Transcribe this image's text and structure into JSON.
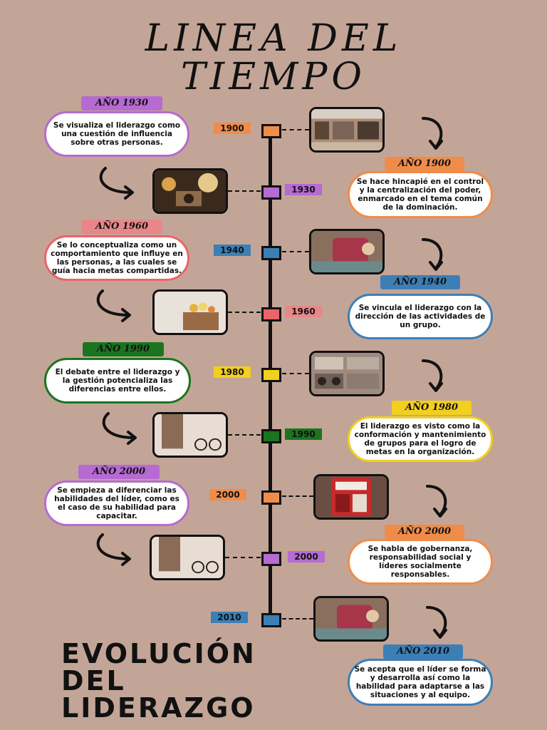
{
  "header": {
    "title_line1": "LINEA DEL",
    "title_line2": "TIEMPO"
  },
  "colors": {
    "orange": "#f08c4a",
    "purple": "#b66ad2",
    "blue": "#3c7fb6",
    "red": "#ea6469",
    "yellow": "#f3cf1f",
    "green": "#1b7420",
    "pink_label": "#e8878a",
    "bg": "#c3a597"
  },
  "axis_years": [
    "1900",
    "1930",
    "1940",
    "1960",
    "1980",
    "1990",
    "2000",
    "2000",
    "2010"
  ],
  "events_left": [
    {
      "label": "AÑO 1930",
      "text": "Se visualiza el liderazgo como una cuestión de influencia sobre otras personas."
    },
    {
      "label": "AÑO 1960",
      "text": "Se lo conceptualiza como un comportamiento que influye en las personas, a las cuales se guía hacia metas compartidas."
    },
    {
      "label": "AÑO 1990",
      "text": "El debate entre el liderazgo y la gestión potencializa las diferencias entre ellos."
    },
    {
      "label": "AÑO 2000",
      "text": "Se empieza a diferenciar las habilidades del líder, como es el caso de su habilidad para capacitar."
    }
  ],
  "events_right": [
    {
      "label": "AÑO 1900",
      "text": "Se hace hincapié en el control y la centralización del poder, enmarcado en el tema común de la dominación."
    },
    {
      "label": "AÑO 1940",
      "text": "Se vincula el liderazgo con la dirección de las actividades de un grupo."
    },
    {
      "label": "AÑO 1980",
      "text": "El liderazgo es visto como la conformación y mantenimiento de grupos para el logro de metas en la organización."
    },
    {
      "label": "AÑO 2000",
      "text": "Se habla de gobernanza, responsabilidad social y líderes socialmente responsables."
    },
    {
      "label": "AÑO 2010",
      "text": "Se acepta que el líder se forma y desarrolla así como la habilidad para adaptarse a las situaciones y al equipo."
    }
  ],
  "footer": {
    "line1": "EVOLUCIÓN",
    "line2": "DEL",
    "line3": "LIDERAZGO"
  }
}
